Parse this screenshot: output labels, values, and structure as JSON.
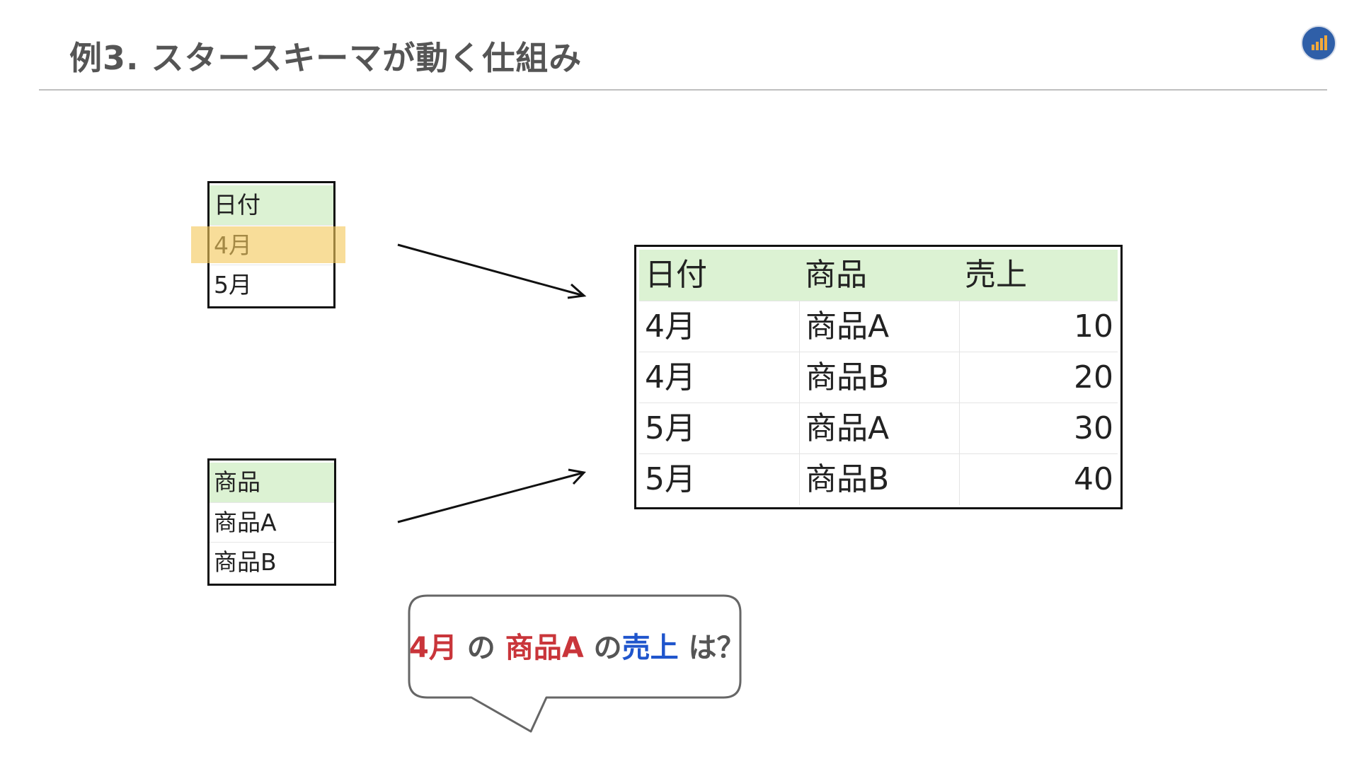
{
  "slide": {
    "title": "例3. スタースキーマが動く仕組み"
  },
  "colors": {
    "header_fill": "#dcf2d3",
    "highlight": "#f4c85a",
    "red_text": "#c9353a",
    "blue_text": "#1f55cc",
    "title_text": "#555555",
    "logo_blue": "#2f5fa8",
    "logo_bars": "#f2a93b"
  },
  "logo": {
    "icon": "bar-chart-icon"
  },
  "date_table": {
    "header": "日付",
    "rows": [
      "4月",
      "5月"
    ],
    "highlighted_row": "4月"
  },
  "product_table": {
    "header": "商品",
    "rows": [
      "商品A",
      "商品B"
    ]
  },
  "fact_table": {
    "columns": [
      "日付",
      "商品",
      "売上"
    ],
    "rows": [
      [
        "4月",
        "商品A",
        "10"
      ],
      [
        "4月",
        "商品B",
        "20"
      ],
      [
        "5月",
        "商品A",
        "30"
      ],
      [
        "5月",
        "商品B",
        "40"
      ]
    ]
  },
  "question_bubble": {
    "part1": "4月",
    "part2": " の ",
    "part3": "商品A",
    "part4": " の",
    "part5": "売上",
    "part6": " は？"
  }
}
